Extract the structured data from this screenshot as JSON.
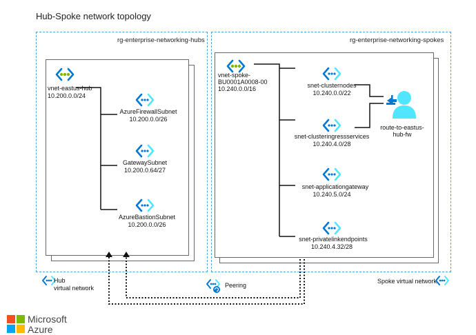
{
  "title": "Hub-Spoke network topology",
  "hub": {
    "rg_label": "rg-enterprise-networking-hubs",
    "vnet_name": "vnet-eastus-hub",
    "vnet_cidr": "10.200.0.0/24",
    "subnets": [
      {
        "name": "AzureFirewallSubnet",
        "cidr": "10.200.0.0/26"
      },
      {
        "name": "GatewaySubnet",
        "cidr": "10.200.0.64/27"
      },
      {
        "name": "AzureBastionSubnet",
        "cidr": "10.200.0.0/26"
      }
    ],
    "legend_line1": "Hub",
    "legend_line2": "virtual network"
  },
  "spoke": {
    "rg_label": "rg-enterprise-networking-spokes",
    "vnet_name_line1": "vnet-spoke-",
    "vnet_name_line2": "BU0001A0008-00",
    "vnet_cidr": "10.240.0.0/16",
    "subnets": [
      {
        "name": "snet-clusternodes",
        "cidr": "10.240.0.0/22"
      },
      {
        "name": "snet-clusteringressservices",
        "cidr": "10.240.4.0/28"
      },
      {
        "name": "snet-applicationgateway",
        "cidr": "10.240.5.0/24"
      },
      {
        "name": "snet-privatelinkendpoints",
        "cidr": "10.240.4.32/28"
      }
    ],
    "route": {
      "line1": "route-to-eastus-",
      "line2": "hub-fw"
    },
    "legend": "Spoke virtual network"
  },
  "peering_label": "Peering",
  "brand": {
    "line1": "Microsoft",
    "line2": "Azure"
  },
  "colors": {
    "accent": "#0078d4",
    "icon_light": "#50e6ff",
    "dashed_border": "#4fa3d8",
    "ms_red": "#f25022",
    "ms_green": "#7fba00",
    "ms_blue": "#00a4ef",
    "ms_yellow": "#ffb900"
  },
  "icons": {
    "vnet": "virtual-network-icon",
    "subnet": "subnet-icon",
    "route": "route-table-icon",
    "peering": "peering-icon"
  }
}
